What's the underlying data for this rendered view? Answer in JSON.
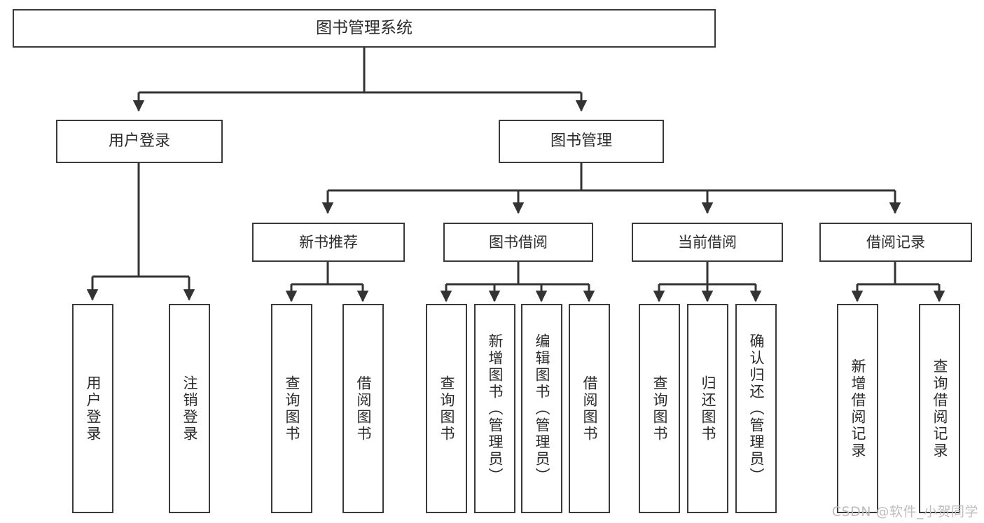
{
  "diagram": {
    "title": "图书管理系统",
    "type": "tree",
    "root": {
      "label": "图书管理系统"
    },
    "level1": [
      {
        "label": "用户登录"
      },
      {
        "label": "图书管理"
      }
    ],
    "level2": [
      {
        "label": "新书推荐"
      },
      {
        "label": "图书借阅"
      },
      {
        "label": "当前借阅"
      },
      {
        "label": "借阅记录"
      }
    ],
    "leaves": {
      "user_login": [
        {
          "label": "用户登录"
        },
        {
          "label": "注销登录"
        }
      ],
      "new_book_recommend": [
        {
          "label": "查询图书"
        },
        {
          "label": "借阅图书"
        }
      ],
      "book_borrow": [
        {
          "label": "查询图书"
        },
        {
          "label": "新增图书（管理员）"
        },
        {
          "label": "编辑图书（管理员）"
        },
        {
          "label": "借阅图书"
        }
      ],
      "current_borrow": [
        {
          "label": "查询图书"
        },
        {
          "label": "归还图书"
        },
        {
          "label": "确认归还（管理员）"
        }
      ],
      "borrow_record": [
        {
          "label": "新增借阅记录"
        },
        {
          "label": "查询借阅记录"
        }
      ]
    }
  },
  "watermark": {
    "text": "CSDN @软件_小贺同学"
  },
  "colors": {
    "border": "#3a3a3a",
    "text": "#2b2b2b",
    "background": "#ffffff",
    "connector": "#333333",
    "watermark": "#bdbdbd"
  }
}
